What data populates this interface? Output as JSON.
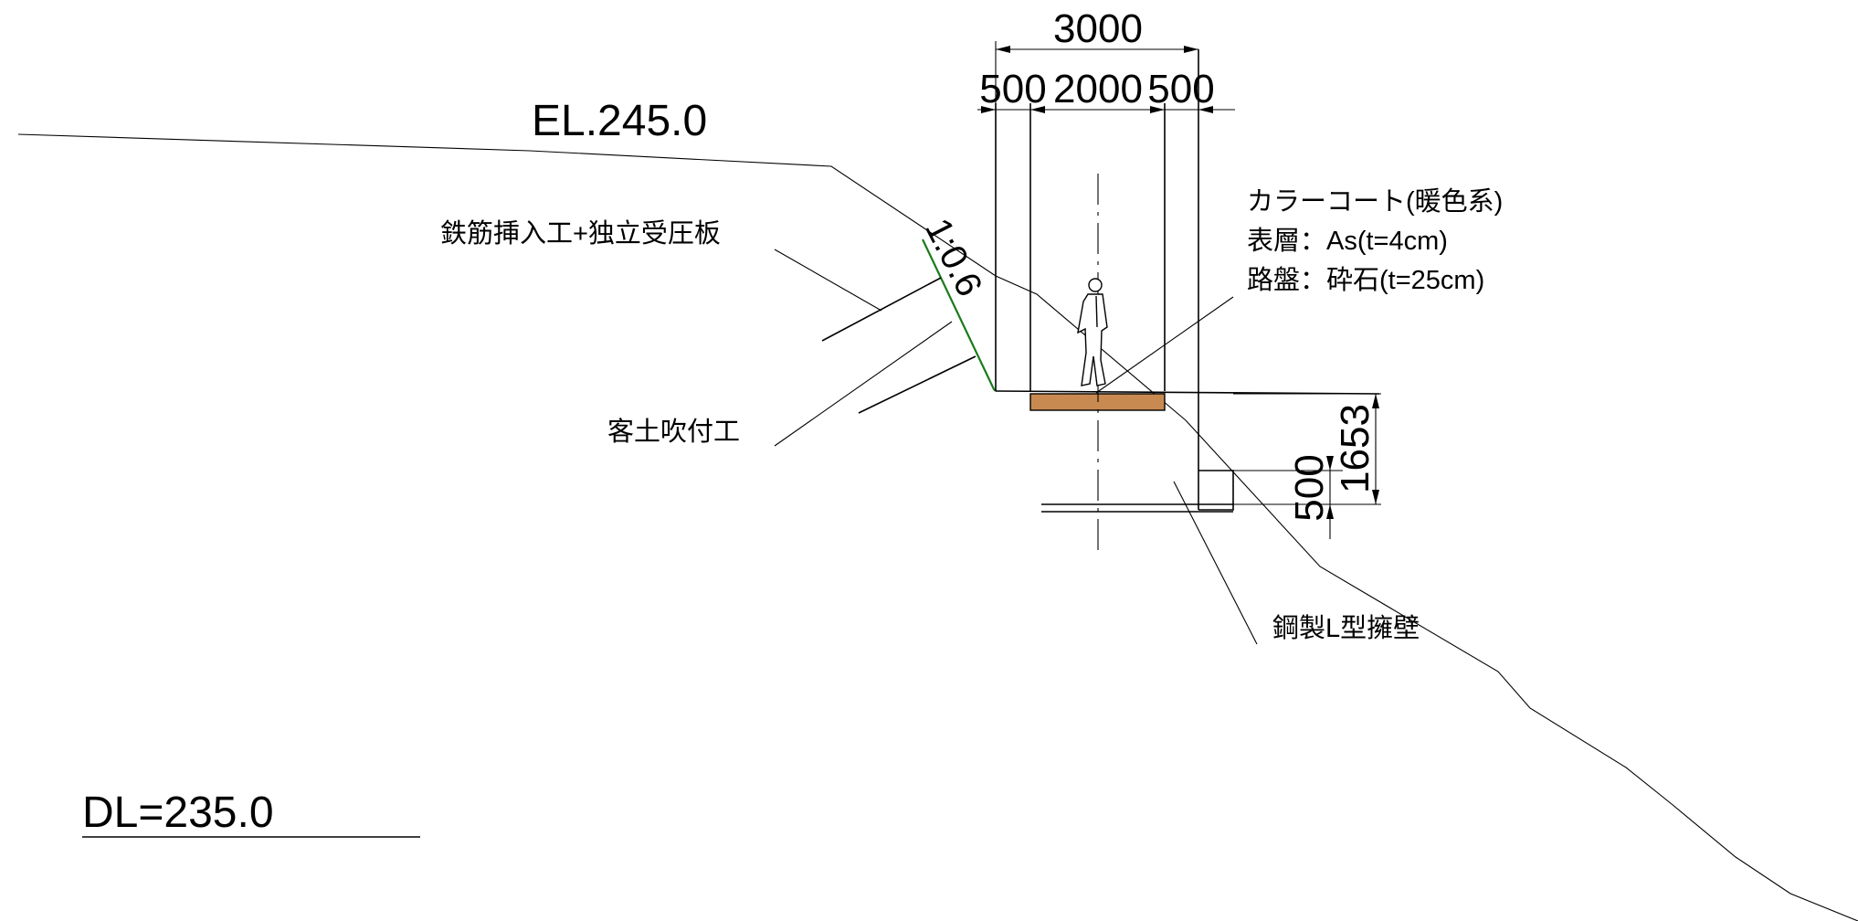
{
  "elevation_label": "EL.245.0",
  "datum_label": "DL=235.0",
  "slope_ratio": "1:0.6",
  "dimensions": {
    "total_width": "3000",
    "left_margin": "500",
    "path_width": "2000",
    "right_margin": "500",
    "wall_height": "1653",
    "base_height": "500"
  },
  "annotations": {
    "rebar_label": "鉄筋挿入工+独立受圧板",
    "soil_spray_label": "客土吹付工",
    "wall_label": "鋼製L型擁壁",
    "coating_lines": [
      "カラーコート(暖色系)",
      "表層：As(t=4cm)",
      "路盤：砕石(t=25cm)"
    ]
  },
  "colors": {
    "pavement": "#c98a52",
    "slope_face": "#1a7a1a",
    "line": "#000000"
  }
}
